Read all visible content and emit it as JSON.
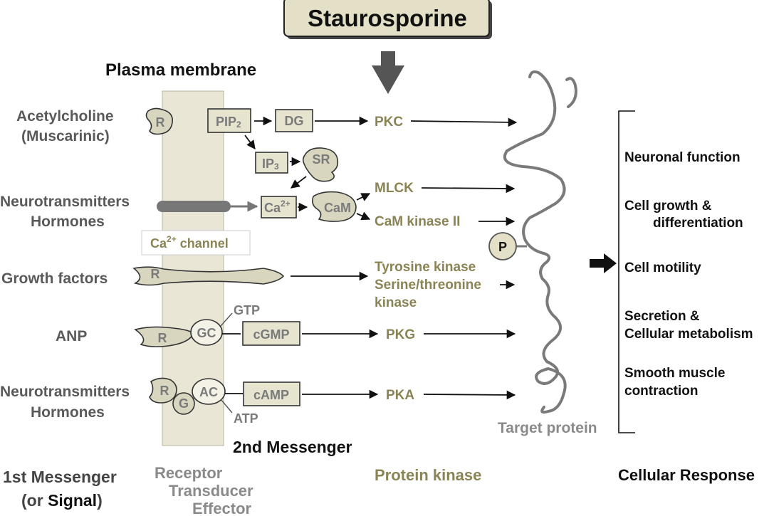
{
  "title": "Staurosporine",
  "plasma_membrane": "Plasma membrane",
  "first_messengers": {
    "acetylcholine": [
      "Acetylcholine",
      "(Muscarinic)"
    ],
    "neurotransmitters_1": [
      "Neurotransmitters",
      "Hormones"
    ],
    "growth_factors": "Growth factors",
    "anp": "ANP",
    "neurotransmitters_2": [
      "Neurotransmitters",
      "Hormones"
    ]
  },
  "receptor_labels": {
    "r": "R",
    "g": "G",
    "gc": "GC",
    "ac": "AC"
  },
  "ca_channel": {
    "prefix": "Ca",
    "sup": "2+",
    "suffix": " channel"
  },
  "second_messengers": {
    "pip2": {
      "base": "PIP",
      "sub": "2"
    },
    "dg": "DG",
    "ip3": {
      "base": "IP",
      "sub": "3"
    },
    "sr": "SR",
    "ca": {
      "base": "Ca",
      "sup": "2+"
    },
    "cam": "CaM",
    "cgmp": "cGMP",
    "camp": "cAMP",
    "gtp": "GTP",
    "atp": "ATP"
  },
  "kinases": {
    "pkc": "PKC",
    "mlck": "MLCK",
    "cam_kinase": "CaM kinase II",
    "tyrosine": "Tyrosine kinase",
    "serine": "Serine/threonine",
    "serine_2": "kinase",
    "pkg": "PKG",
    "pka": "PKA"
  },
  "phospho_label": "P",
  "target_protein": "Target protein",
  "responses": [
    [
      "Neuronal function"
    ],
    [
      "Cell growth &",
      "differentiation"
    ],
    [
      "Cell motility"
    ],
    [
      "Secretion &",
      "Cellular metabolism"
    ],
    [
      "Smooth muscle",
      "contraction"
    ]
  ],
  "bottom": {
    "second_messenger": "2nd  Messenger",
    "first_messenger": "1st Messenger",
    "or_prefix": "(or ",
    "signal": "Signal",
    "or_suffix": ")",
    "receptor": "Receptor",
    "transducer": "Transducer",
    "effector": "Effector",
    "protein_kinase": "Protein kinase",
    "cellular_response": "Cellular Response"
  },
  "colors": {
    "membrane": "#e9e6d6",
    "box_fill": "#e6e3cf",
    "kinase_text": "#8a8455",
    "messenger_text": "#5a5a5a",
    "protein_line": "#7a7a7a"
  }
}
